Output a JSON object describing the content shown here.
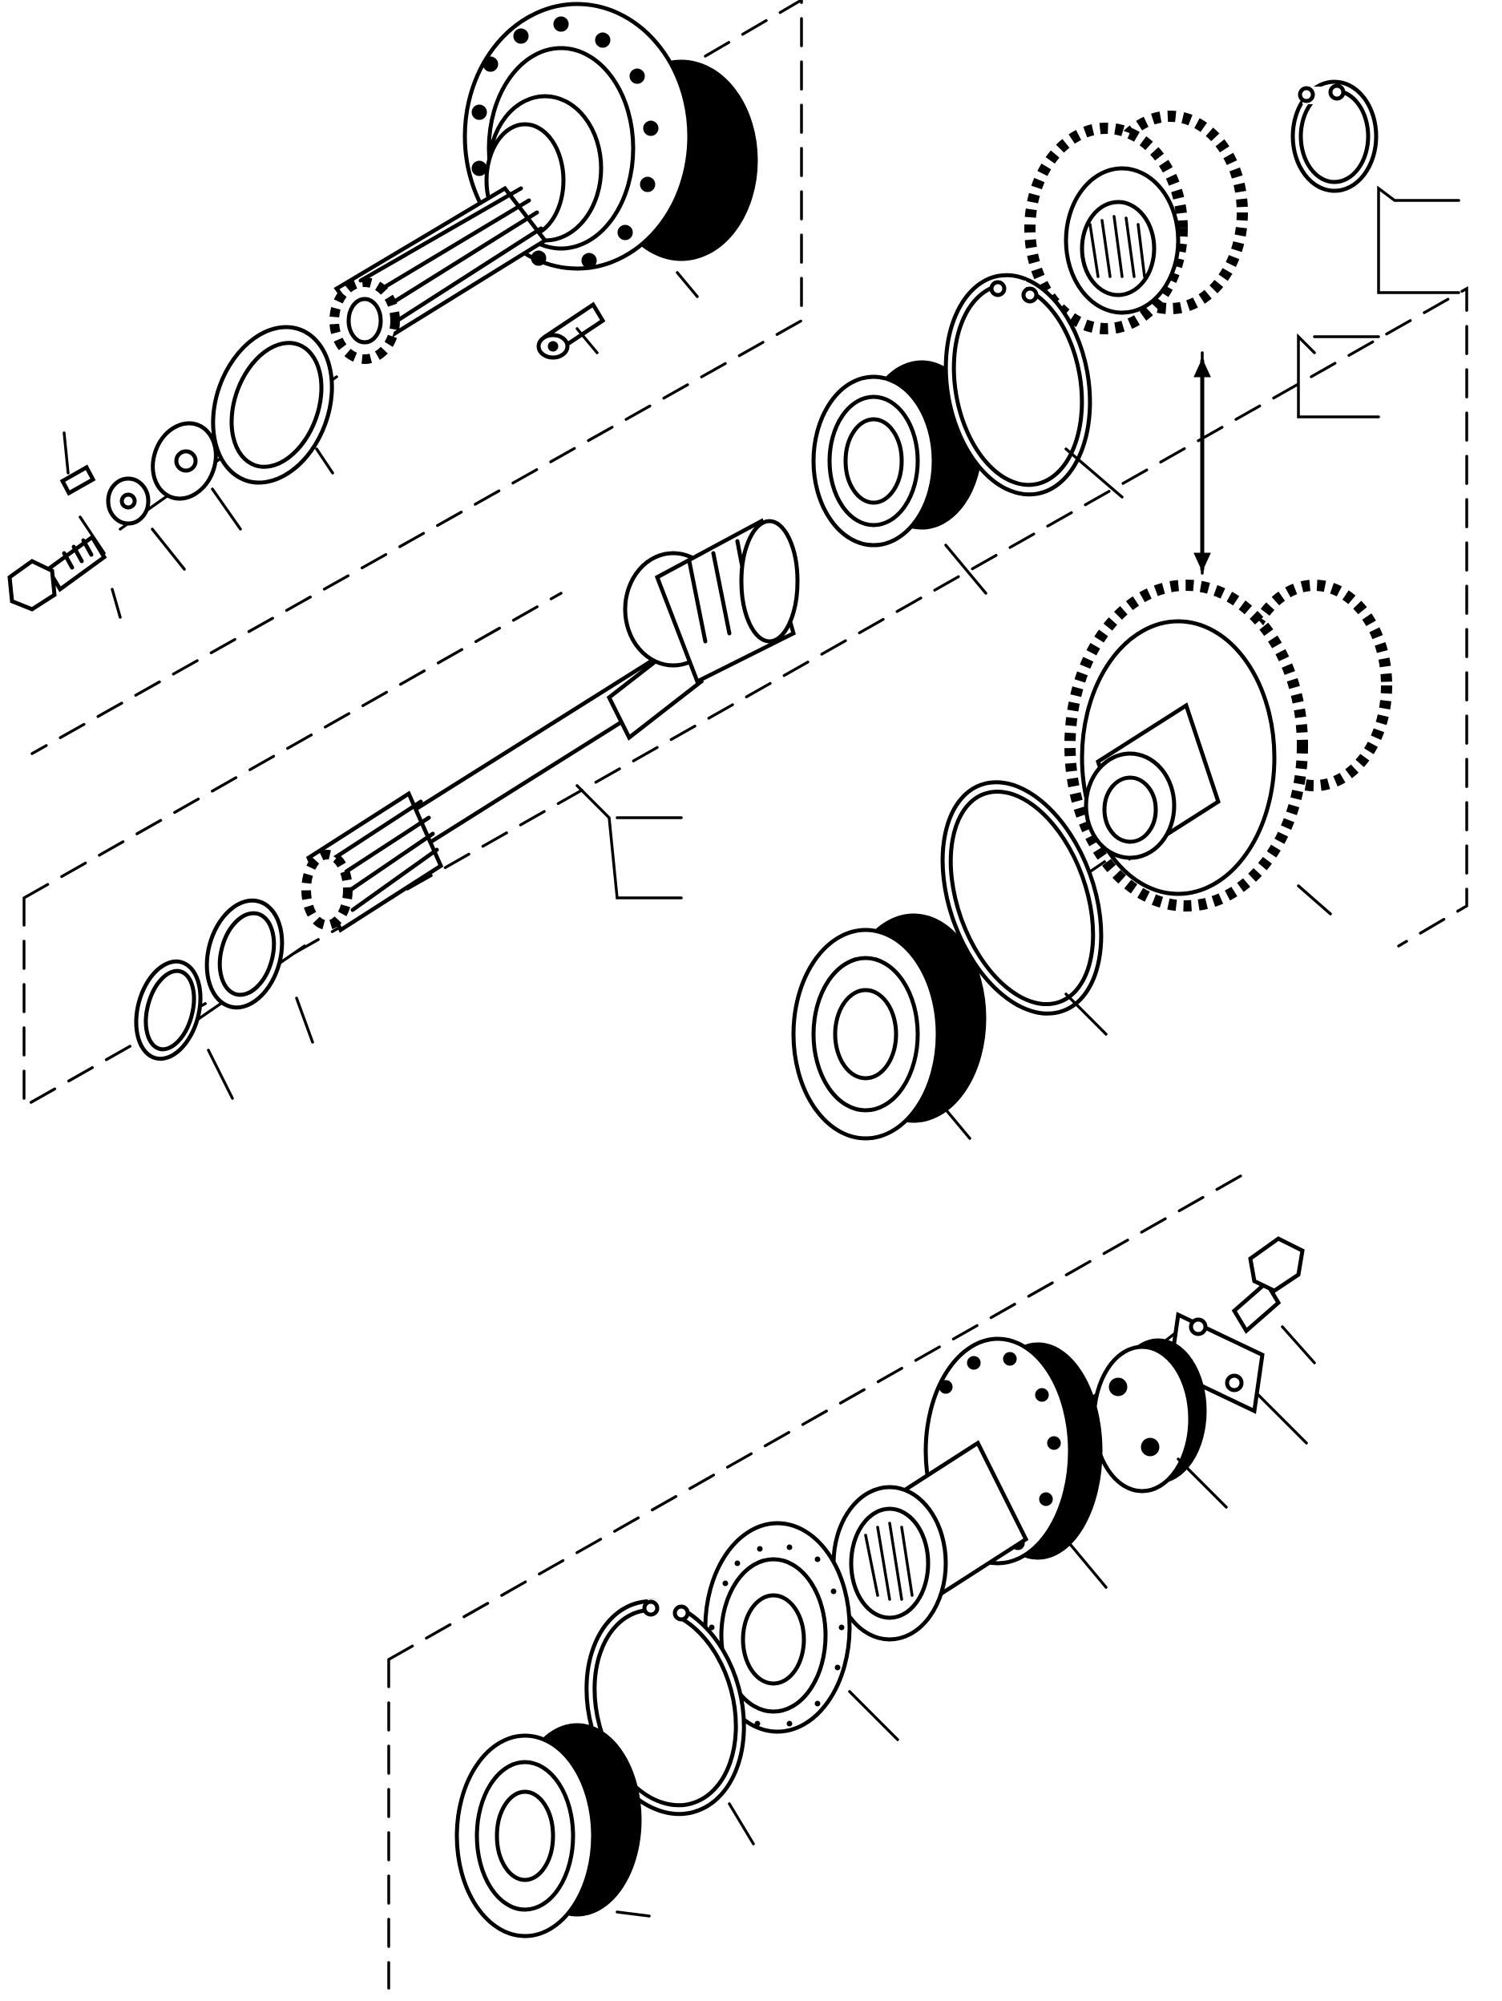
{
  "diagram": {
    "colors": {
      "ink": "#000000",
      "paper": "#ffffff"
    },
    "groups": [
      {
        "id": "output-hub-group",
        "parts": [
          "flanged-hub",
          "splined-shaft",
          "thrust-ring",
          "washer",
          "lock-washer",
          "pin",
          "bolt",
          "socket-screw"
        ]
      },
      {
        "id": "intermediate-shaft-group",
        "parts": [
          "splined-shaft",
          "snap-ring",
          "thrust-ring",
          "ball-bearing",
          "circlip",
          "double-gear",
          "bearing"
        ]
      },
      {
        "id": "bearing-housing-group",
        "parts": [
          "flanged-housing",
          "needle-bearing",
          "washer",
          "lock-plate",
          "bolt",
          "seal",
          "circlip",
          "ball-bearing"
        ]
      }
    ],
    "subassembly": {
      "parts": [
        "pinion-gear",
        "circlip"
      ],
      "relation": "arrow-to-double-gear"
    }
  }
}
